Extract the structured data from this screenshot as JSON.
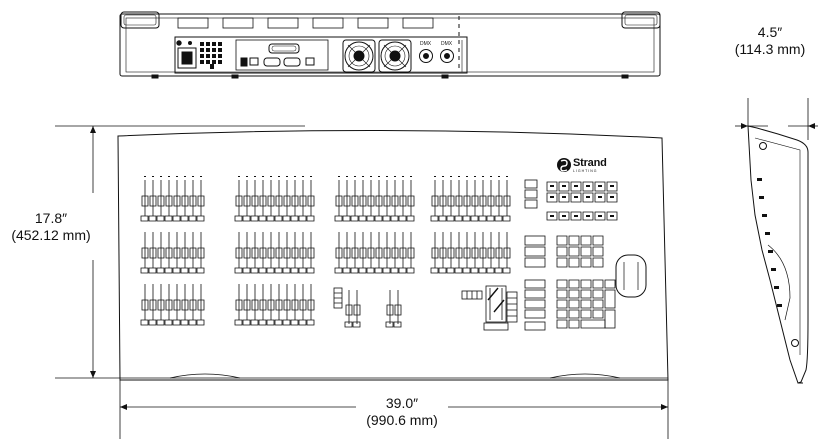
{
  "brand": {
    "name": "Strand",
    "sub": "LIGHTING"
  },
  "rear_labels": {
    "dmx_left": "DMX",
    "dmx_right": "DMX"
  },
  "dimensions": {
    "depth_imperial": "4.5″",
    "depth_metric": "(114.3 mm)",
    "height_imperial": "17.8″",
    "height_metric": "(452.12 mm)",
    "width_imperial": "39.0″",
    "width_metric": "(990.6 mm)"
  },
  "colors": {
    "line": "#111111",
    "background": "#ffffff"
  }
}
